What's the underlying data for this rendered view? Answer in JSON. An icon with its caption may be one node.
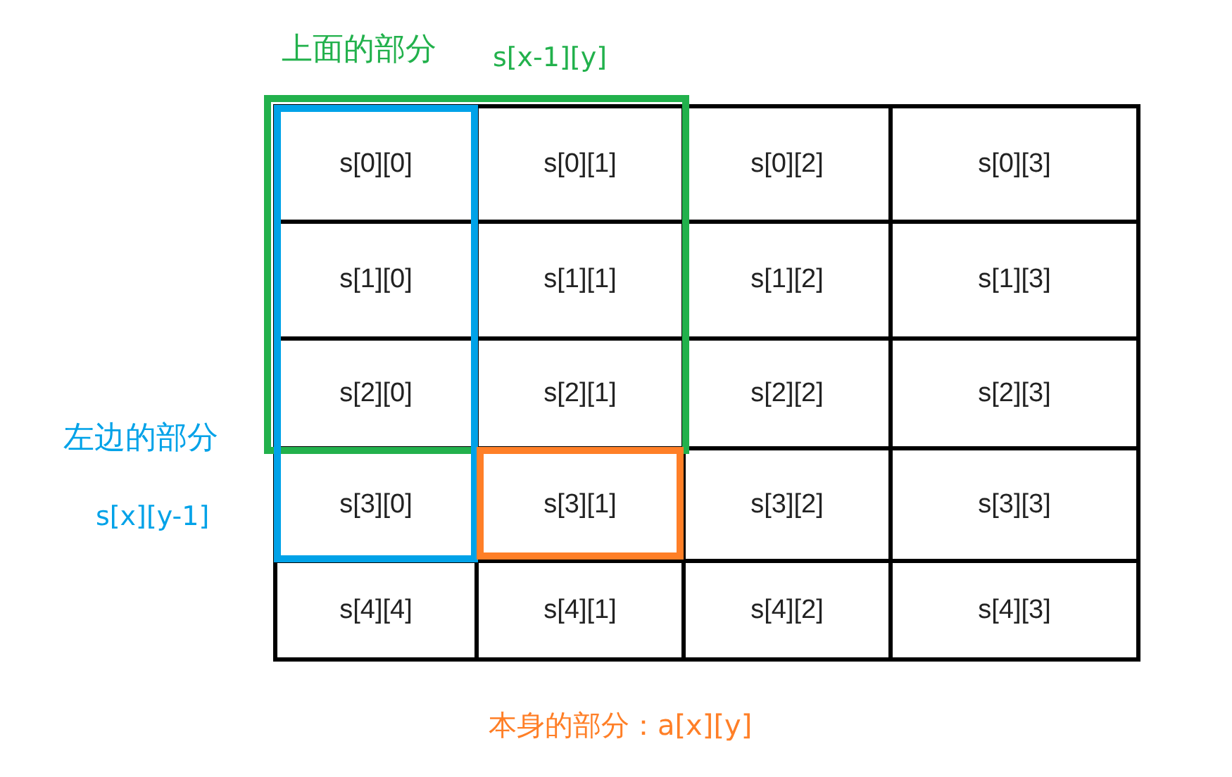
{
  "diagram": {
    "nodes": [
      {
        "text": [
          "s[0][0]"
        ]
      },
      {
        "text": [
          "s[0][1]"
        ]
      },
      {
        "text": [
          "s[0][2]"
        ]
      },
      {
        "text": [
          "s[0][3]"
        ]
      },
      {
        "text": [
          "s[1][0]"
        ]
      },
      {
        "text": [
          "s[1][1]"
        ]
      },
      {
        "text": [
          "s[1][2]"
        ]
      },
      {
        "text": [
          "s[1][3]"
        ]
      },
      {
        "text": [
          "s[2][0]"
        ]
      },
      {
        "text": [
          "s[2][1]"
        ]
      },
      {
        "text": [
          "s[2][2]"
        ]
      },
      {
        "text": [
          "s[2][3]"
        ]
      },
      {
        "text": [
          "s[3][0]"
        ]
      },
      {
        "text": [
          "s[3][1]"
        ]
      },
      {
        "text": [
          "s[3][2]"
        ]
      },
      {
        "text": [
          "s[3][3]"
        ]
      },
      {
        "text": [
          "s[4][4]"
        ]
      },
      {
        "text": [
          "s[4][1]"
        ]
      },
      {
        "text": [
          "s[4][2]"
        ]
      },
      {
        "text": [
          "s[4][3]"
        ]
      }
    ],
    "edges": [],
    "labels": [
      "上面的部分",
      "s[x-1][y]",
      "左边的部分",
      "s[x][y-1]",
      "本身的部分：a[x][y]"
    ]
  }
}
